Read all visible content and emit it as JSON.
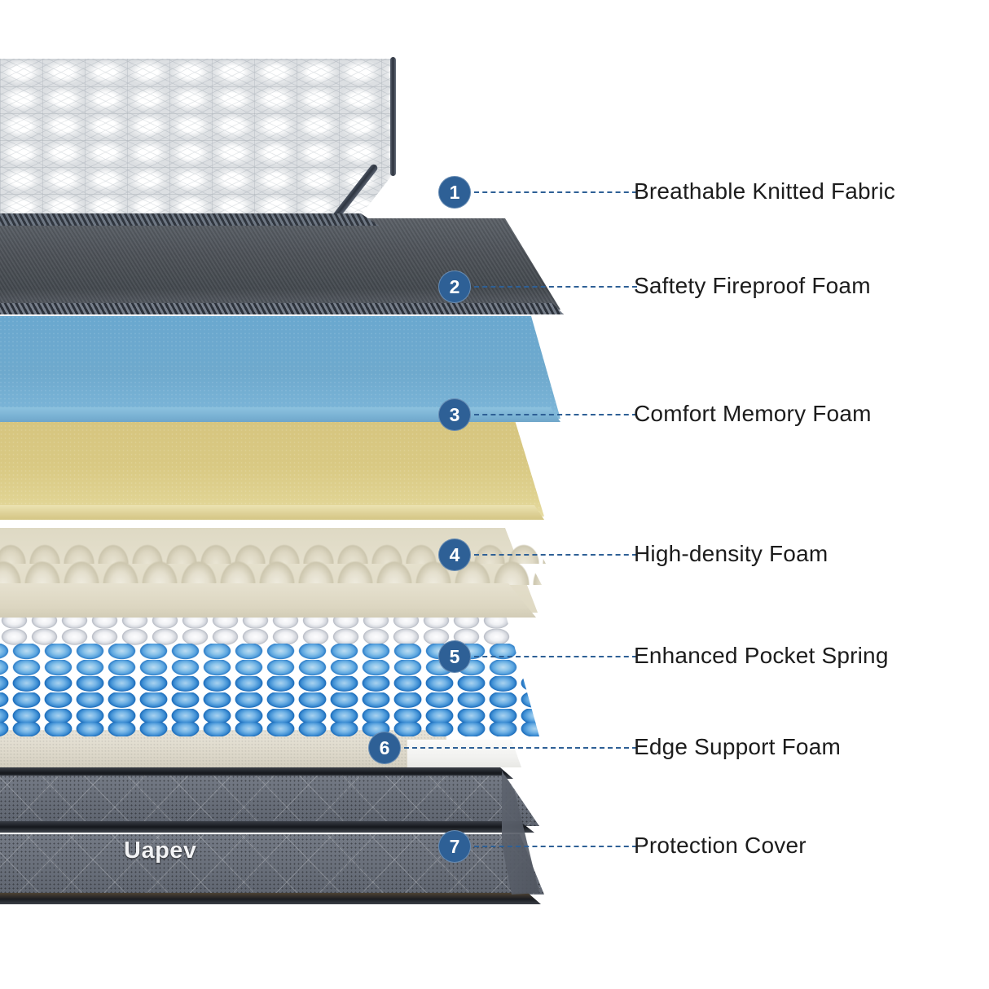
{
  "product": {
    "brand": "Uapev",
    "type": "mattress-layer-diagram"
  },
  "colors": {
    "badge": "#2E6096",
    "leader_line": "#2E6096",
    "label_text": "#1C1C1C",
    "background": "#FFFFFF",
    "layer_knitted_fabric": "#F2F3F5",
    "layer_fireproof_foam": "#4C5157",
    "layer_memory_foam": "#6EA9CD",
    "layer_yellow_foam": "#D9C983",
    "layer_high_density_foam": "#E2DDC9",
    "layer_pocket_spring_blue": "#5AA4DF",
    "layer_pocket_spring_white": "#F0F1F4",
    "layer_edge_support_foam": "#DED9CB",
    "layer_protection_cover": "#6A707B",
    "piping": "#272C35"
  },
  "callouts": [
    {
      "number": "1",
      "label": "Breathable Knitted Fabric"
    },
    {
      "number": "2",
      "label": "Saftety Fireproof Foam"
    },
    {
      "number": "3",
      "label": "Comfort Memory Foam"
    },
    {
      "number": "4",
      "label": "High-density Foam"
    },
    {
      "number": "5",
      "label": "Enhanced Pocket Spring"
    },
    {
      "number": "6",
      "label": "Edge Support Foam"
    },
    {
      "number": "7",
      "label": "Protection Cover"
    }
  ]
}
